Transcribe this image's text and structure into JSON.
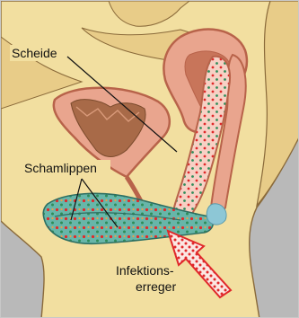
{
  "labels": {
    "vagina": "Scheide",
    "labia": "Schamlippen",
    "pathogens_line1": "Infektions-",
    "pathogens_line2": "erreger"
  },
  "colors": {
    "background": "#b9b9b9",
    "body_skin": "#f2dfa0",
    "tissue_light": "#e8cc88",
    "organ_pink": "#e9a58e",
    "organ_dark_rim": "#b8634a",
    "uterus_inner": "#a86a48",
    "canal_fill": "#f7d0c4",
    "labia_teal": "#67b6a9",
    "dot_red": "#e0282a",
    "dot_green": "#2e8d5a",
    "arrow_red": "#e0282a",
    "discharge_blue": "#8dc7d6"
  }
}
